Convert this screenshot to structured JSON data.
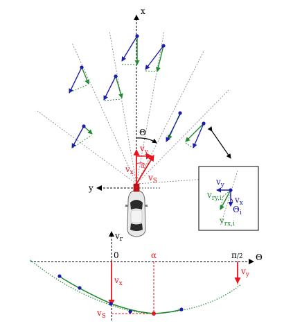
{
  "colors": {
    "red": "#e8141c",
    "blue": "#1c1ca8",
    "green": "#1f8a2e",
    "gray": "#8a8a8a",
    "black": "#000000"
  },
  "labels": {
    "axis_x": "x",
    "axis_y": "y",
    "theta": "Θ",
    "vy": "v",
    "vy_sub": "y",
    "vx": "v",
    "vx_sub": "x",
    "vs": "v",
    "vs_sub": "S",
    "alpha": "α"
  },
  "inset": {
    "vy": "v",
    "vy_sub": "y",
    "vx": "v",
    "vx_sub": "x",
    "vry": "v",
    "vry_sub": "ry,i",
    "vrx": "v",
    "vrx_sub": "rx,i",
    "theta": "Θ",
    "theta_sub": "i"
  },
  "bottom_plot": {
    "vr": "v",
    "vr_sub": "r",
    "theta": "Θ",
    "zero": "0",
    "alpha": "α",
    "pi2_num": "π",
    "pi2_den": "/2",
    "vx": "v",
    "vx_sub": "x",
    "vy": "v",
    "vy_sub": "y",
    "vs": "v",
    "vs_sub": "S"
  }
}
